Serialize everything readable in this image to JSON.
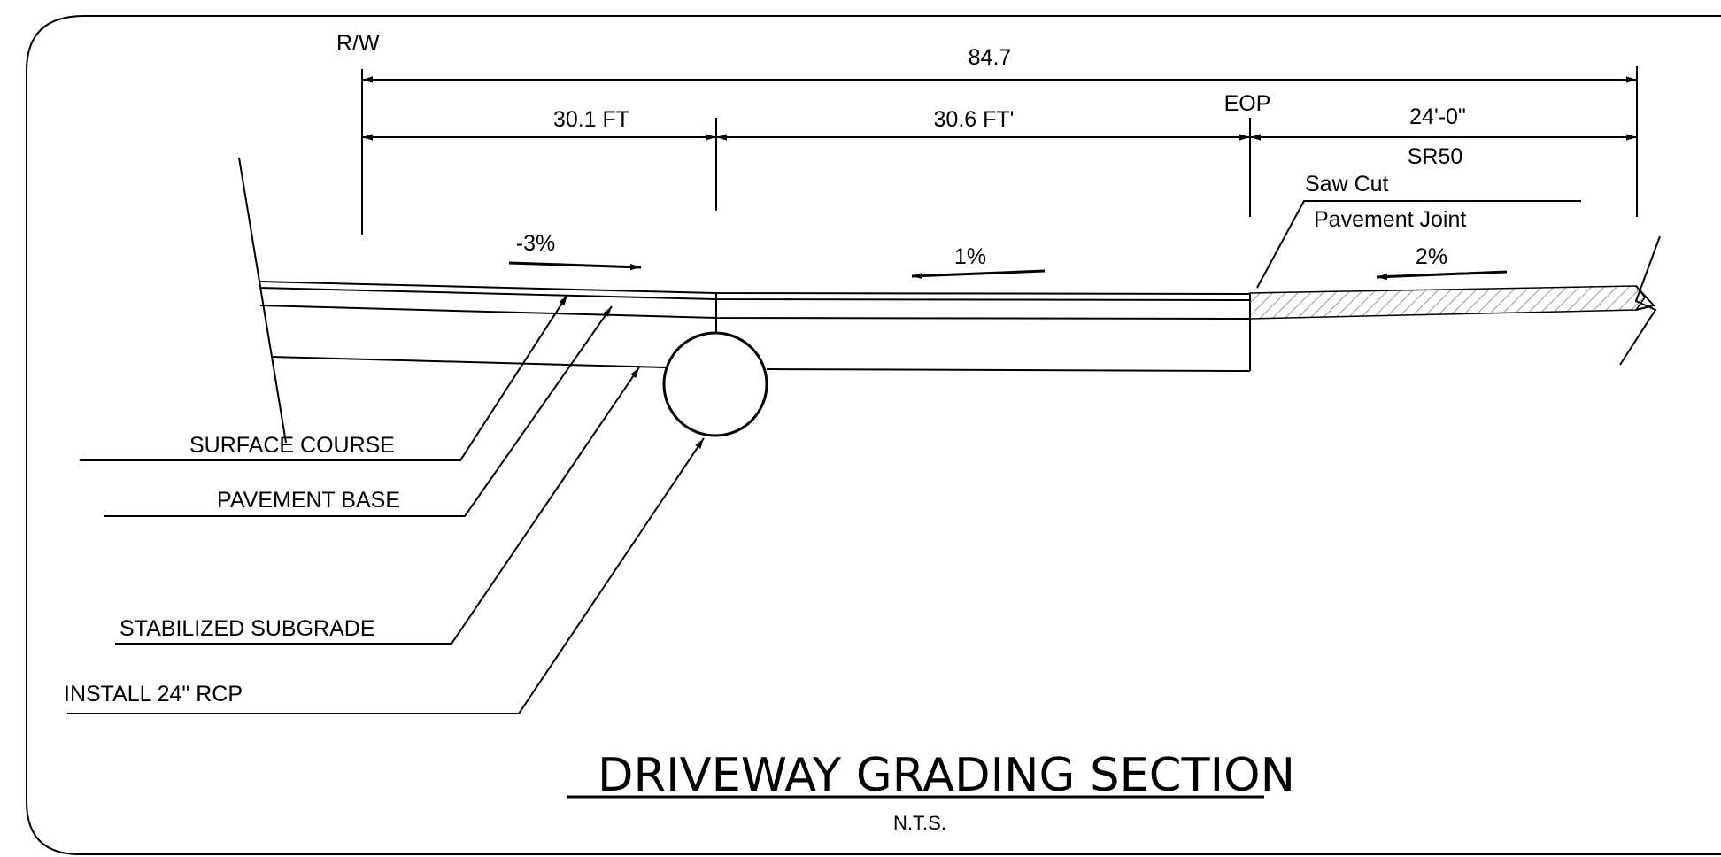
{
  "drawing": {
    "title": "DRIVEWAY GRADING SECTION",
    "scale_note": "N.T.S."
  },
  "dimensions": {
    "overall": "84.7",
    "rw_label": "R/W",
    "eop_label": "EOP",
    "segment_1": "30.1 FT",
    "segment_2": "30.6 FT'",
    "segment_3": "24'-0\"",
    "road_name": "SR50"
  },
  "slopes": {
    "left": "-3%",
    "middle": "1%",
    "right": "2%"
  },
  "callouts": {
    "saw_cut_line1": "Saw Cut",
    "saw_cut_line2": "Pavement Joint",
    "surface_course": "SURFACE COURSE",
    "pavement_base": "PAVEMENT BASE",
    "stabilized_subgrade": "STABILIZED SUBGRADE",
    "install_rcp": "INSTALL 24\" RCP"
  },
  "colors": {
    "ink": "#000000",
    "hatch": "#9a9a9a",
    "background": "#ffffff"
  }
}
